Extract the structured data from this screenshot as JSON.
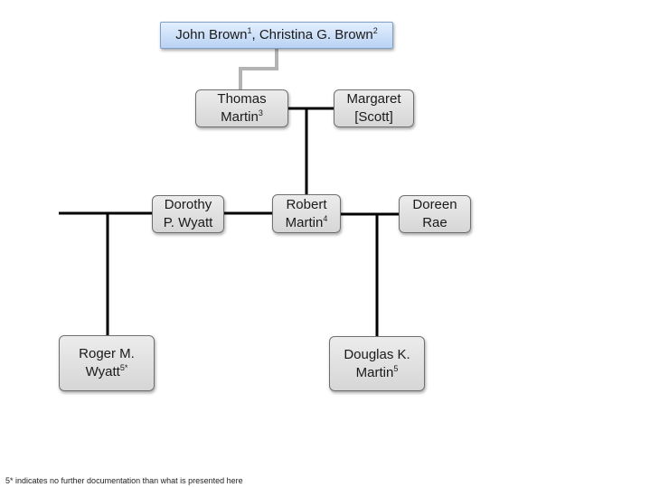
{
  "people": {
    "john_christina": {
      "name1": "John Brown",
      "sup1": "1",
      "sep": ", ",
      "name2": "Christina G. Brown",
      "sup2": "2"
    },
    "thomas": {
      "line1": "Thomas",
      "line2": "Martin",
      "sup": "3"
    },
    "margaret": {
      "line1": "Margaret",
      "line2": "[Scott]"
    },
    "dorothy": {
      "line1": "Dorothy",
      "line2": "P. Wyatt"
    },
    "robert": {
      "line1": "Robert",
      "line2": "Martin",
      "sup": "4"
    },
    "doreen": {
      "line1": "Doreen",
      "line2": "Rae"
    },
    "roger": {
      "line1": "Roger M.",
      "line2": "Wyatt",
      "sup": "5*"
    },
    "douglas": {
      "line1": "Douglas K.",
      "line2": "Martin",
      "sup": "5"
    }
  },
  "footnote": "5* indicates no further documentation than what is presented here",
  "colors": {
    "connector": "#000000",
    "parent_link": "#b3b3b3"
  }
}
